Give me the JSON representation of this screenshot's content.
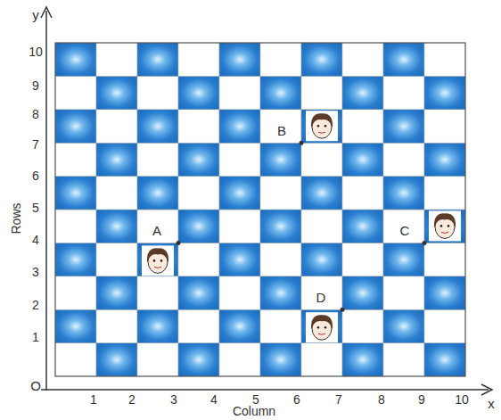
{
  "diagram": {
    "labels": [
      "y",
      "O",
      "x",
      "Rows",
      "Column",
      "10",
      "9",
      "8",
      "7",
      "6",
      "5",
      "4",
      "3",
      "2",
      "1",
      "1",
      "2",
      "3",
      "4",
      "5",
      "6",
      "7",
      "8",
      "9",
      "10",
      "A",
      "B",
      "C",
      "D"
    ]
  }
}
